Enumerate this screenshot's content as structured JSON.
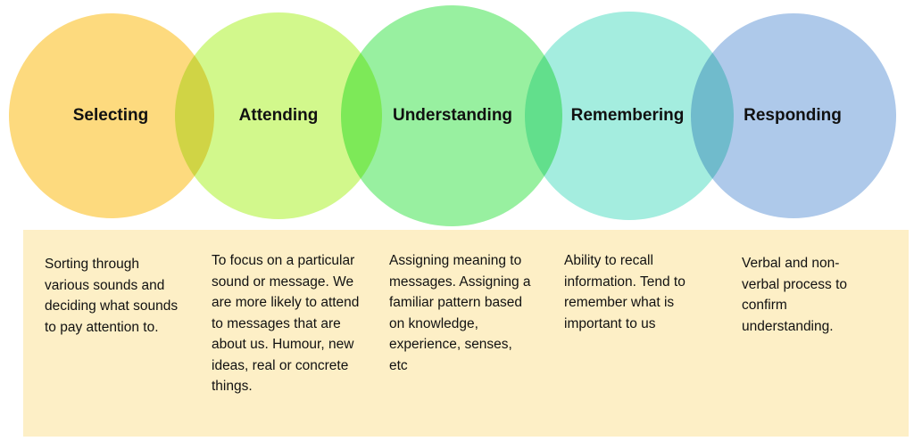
{
  "stages": [
    {
      "title": "Selecting",
      "color": "#fdda7e",
      "description": "Sorting through various sounds and deciding what sounds to pay attention to."
    },
    {
      "title": "Attending",
      "color": "#cdf686",
      "description": "To focus on a particular sound or message.  We are more likely to attend to messages that are about us.  Humour, new ideas, real or concrete things."
    },
    {
      "title": "Understanding",
      "color": "#97ef9e",
      "description": "Assigning meaning to messages. Assigning a familiar pattern based on knowledge, experience, senses, etc"
    },
    {
      "title": "Remembering",
      "color": "#a3ecde",
      "description": "Ability to recall information. Tend to remember what is important to us"
    },
    {
      "title": "Responding",
      "color": "#adc9e9",
      "description": "Verbal and non-verbal process to confirm understanding."
    }
  ],
  "box_color": "#fdefc6"
}
